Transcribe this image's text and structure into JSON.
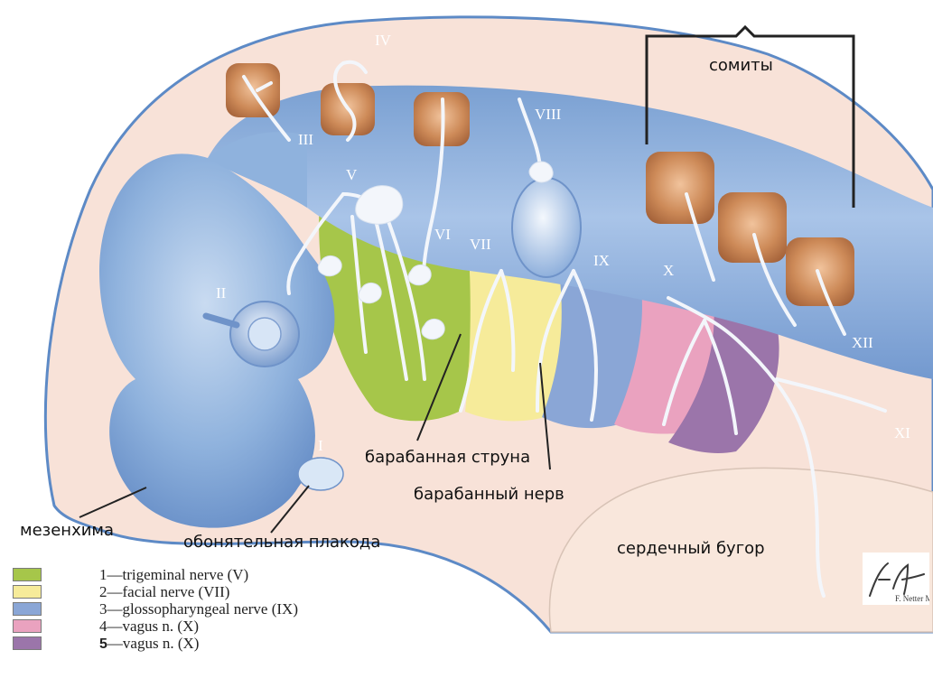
{
  "nerve_labels": {
    "I": "I",
    "II": "II",
    "III": "III",
    "IV": "IV",
    "V": "V",
    "VI": "VI",
    "VII": "VII",
    "VIII": "VIII",
    "IX": "IX",
    "X": "X",
    "XI": "XI",
    "XII": "XII"
  },
  "annotations": {
    "somites": "сомиты",
    "chorda_tympani": "барабанная струна",
    "tympanic_nerve": "барабанный нерв",
    "mesenchyme": "мезенхима",
    "olfactory_placode": "обонятельная плакода",
    "cardiac_bulge": "сердечный бугор"
  },
  "legend": [
    {
      "num": "1",
      "text": "—trigeminal nerve (V)",
      "color": "#a6c64a"
    },
    {
      "num": "2",
      "text": "—facial nerve (VII)",
      "color": "#f6eb9a"
    },
    {
      "num": "3",
      "text": "—glossopharyngeal nerve (IX)",
      "color": "#8aa6d6"
    },
    {
      "num": "4",
      "text": "—vagus n. (X)",
      "color": "#eaa2bf"
    },
    {
      "num": "5",
      "text": "—vagus n. (X)",
      "color": "#9b75aa"
    }
  ],
  "signature": "F. Netter M.D.",
  "colors": {
    "embryo_blue": "#8fb2dd",
    "mesenchyme": "#f8e2d8",
    "somite": "#c98755",
    "nerve": "#f3f6fb"
  }
}
